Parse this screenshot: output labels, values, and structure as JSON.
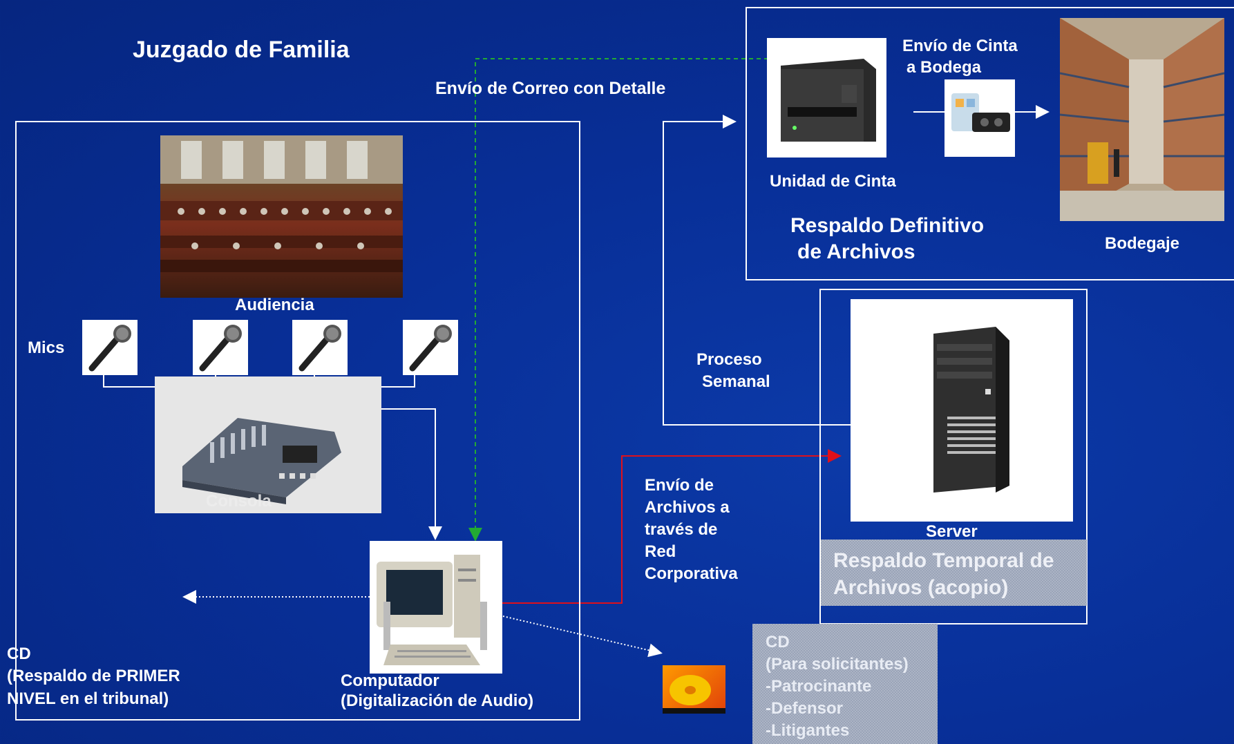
{
  "title": "Juzgado de Familia",
  "email_label": "Envío de Correo con Detalle",
  "audiencia_label": "Audiencia",
  "mics_label": "Mics",
  "consola_label": "Consola",
  "computer_label_line1": "Computador",
  "computer_label_line2": "(Digitalización de Audio)",
  "cd_local": {
    "line1": "CD",
    "line2": "(Respaldo de PRIMER",
    "line3": "NIVEL en el tribunal)"
  },
  "network_label": [
    "Envío de",
    "Archivos a",
    "través de",
    "Red",
    "Corporativa"
  ],
  "weekly_label": [
    "Proceso",
    "Semanal"
  ],
  "tape_send_label": [
    "Envío de Cinta",
    "a Bodega"
  ],
  "tape_unit_label": "Unidad de Cinta",
  "definitive_backup": [
    "Respaldo Definitivo",
    "de Archivos"
  ],
  "warehouse_label": "Bodegaje",
  "server_label": "Server",
  "temp_backup": [
    "Respaldo Temporal de",
    "Archivos (acopio)"
  ],
  "cd_requesters": [
    "CD",
    "(Para solicitantes)",
    "-Patrocinante",
    "-Defensor",
    "-Litigantes"
  ]
}
